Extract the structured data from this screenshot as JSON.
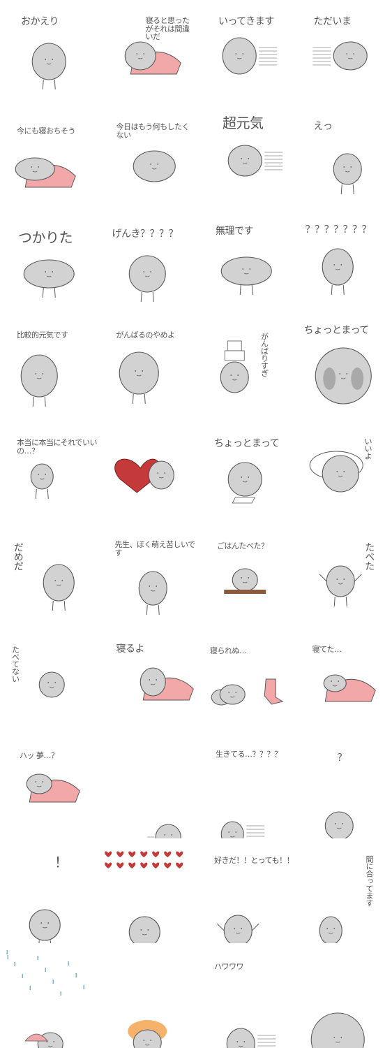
{
  "colors": {
    "body": "#d2d2d2",
    "outline": "#5a5a5a",
    "pink": "#f2a7a8",
    "red": "#c43a3a",
    "orange": "#f6b26b",
    "blue": "#7fb4d8",
    "brown": "#8a5a3c"
  },
  "stickers": [
    {
      "caption": "おかえり"
    },
    {
      "caption": "寝ると思ったがそれは間違いだ"
    },
    {
      "caption": "いってきます"
    },
    {
      "caption": "ただいま"
    },
    {
      "caption": "今にも寝おちそう"
    },
    {
      "caption": "今日はもう何もしたくない"
    },
    {
      "caption": "超元気"
    },
    {
      "caption": "えっ"
    },
    {
      "caption": "つかりた"
    },
    {
      "caption": "げんき？？？？"
    },
    {
      "caption": "無理です"
    },
    {
      "caption": "？？？？？？？"
    },
    {
      "caption": "比較的元気です"
    },
    {
      "caption": "がんばるのやめよ"
    },
    {
      "caption": "がんばりすぎ"
    },
    {
      "caption": "ちょっとまって"
    },
    {
      "caption": "本当に本当にそれでいいの…？"
    },
    {
      "caption": ""
    },
    {
      "caption": "ちょっとまって"
    },
    {
      "caption": "いいよ"
    },
    {
      "caption": "だめだ"
    },
    {
      "caption": "先生、ぼく萌え苦しいです"
    },
    {
      "caption": "ごはんたべた？"
    },
    {
      "caption": "たべた"
    },
    {
      "caption": "たべてない"
    },
    {
      "caption": "寝るよ"
    },
    {
      "caption": "寝られぬ…"
    },
    {
      "caption": "寝てた…"
    },
    {
      "caption": "ハッ 夢…？"
    },
    {
      "caption": ""
    },
    {
      "caption": "生きてる…？？？？"
    },
    {
      "caption": "？"
    },
    {
      "caption": "！"
    },
    {
      "caption": ""
    },
    {
      "caption": "好きだ！！とっても！！"
    },
    {
      "caption": "間に合ってます"
    },
    {
      "caption": ""
    },
    {
      "caption": ""
    },
    {
      "caption": "ハワワワ"
    },
    {
      "caption": ""
    }
  ]
}
